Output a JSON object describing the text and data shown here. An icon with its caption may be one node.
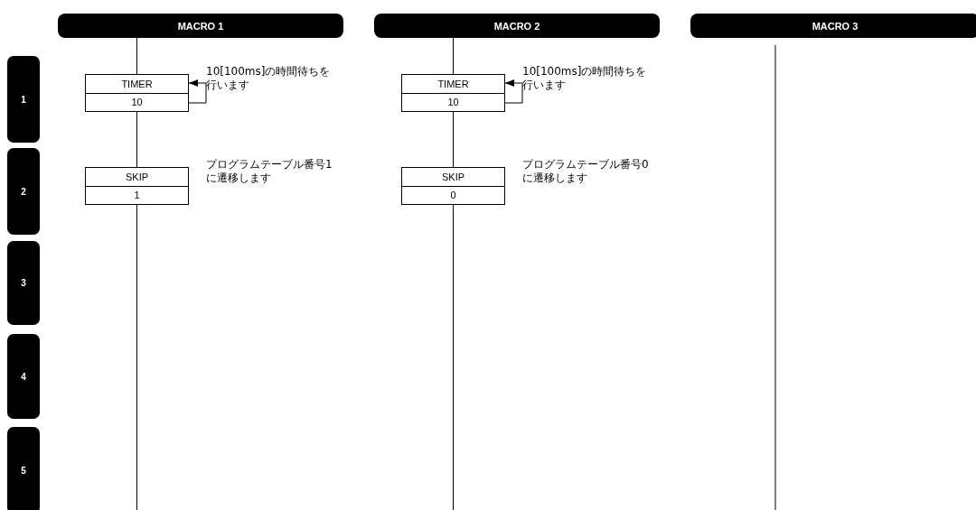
{
  "diagram": {
    "nodes": [
      {
        "text": [
          "MACRO 1"
        ]
      },
      {
        "text": [
          "MACRO 2"
        ]
      },
      {
        "text": [
          "MACRO 3"
        ]
      },
      {
        "text": [
          "1"
        ]
      },
      {
        "text": [
          "2"
        ]
      },
      {
        "text": [
          "3"
        ]
      },
      {
        "text": [
          "4"
        ]
      },
      {
        "text": [
          "5"
        ]
      },
      {
        "text": [
          "TIMER",
          "10"
        ],
        "beside": [
          "10[100ms]の時間待ちを行います"
        ]
      },
      {
        "text": [
          "SKIP",
          "1"
        ],
        "beside": [
          "プログラムテーブル番号1に遷移します"
        ]
      },
      {
        "text": [
          "TIMER",
          "10"
        ],
        "beside": [
          "10[100ms]の時間待ちを行います"
        ]
      },
      {
        "text": [
          "SKIP",
          "0"
        ],
        "beside": [
          "プログラムテーブル番号0に遷移します"
        ]
      }
    ],
    "edges": [
      {
        "from": 0,
        "to": 8,
        "arrow": "none"
      },
      {
        "from": 8,
        "to": 8,
        "arrow": "to"
      },
      {
        "from": 8,
        "to": 9,
        "arrow": "none"
      },
      {
        "from": 9,
        "to": null,
        "arrow": "none"
      },
      {
        "from": 1,
        "to": 10,
        "arrow": "none"
      },
      {
        "from": 10,
        "to": 10,
        "arrow": "to"
      },
      {
        "from": 10,
        "to": 11,
        "arrow": "none"
      },
      {
        "from": 11,
        "to": null,
        "arrow": "none"
      }
    ]
  }
}
